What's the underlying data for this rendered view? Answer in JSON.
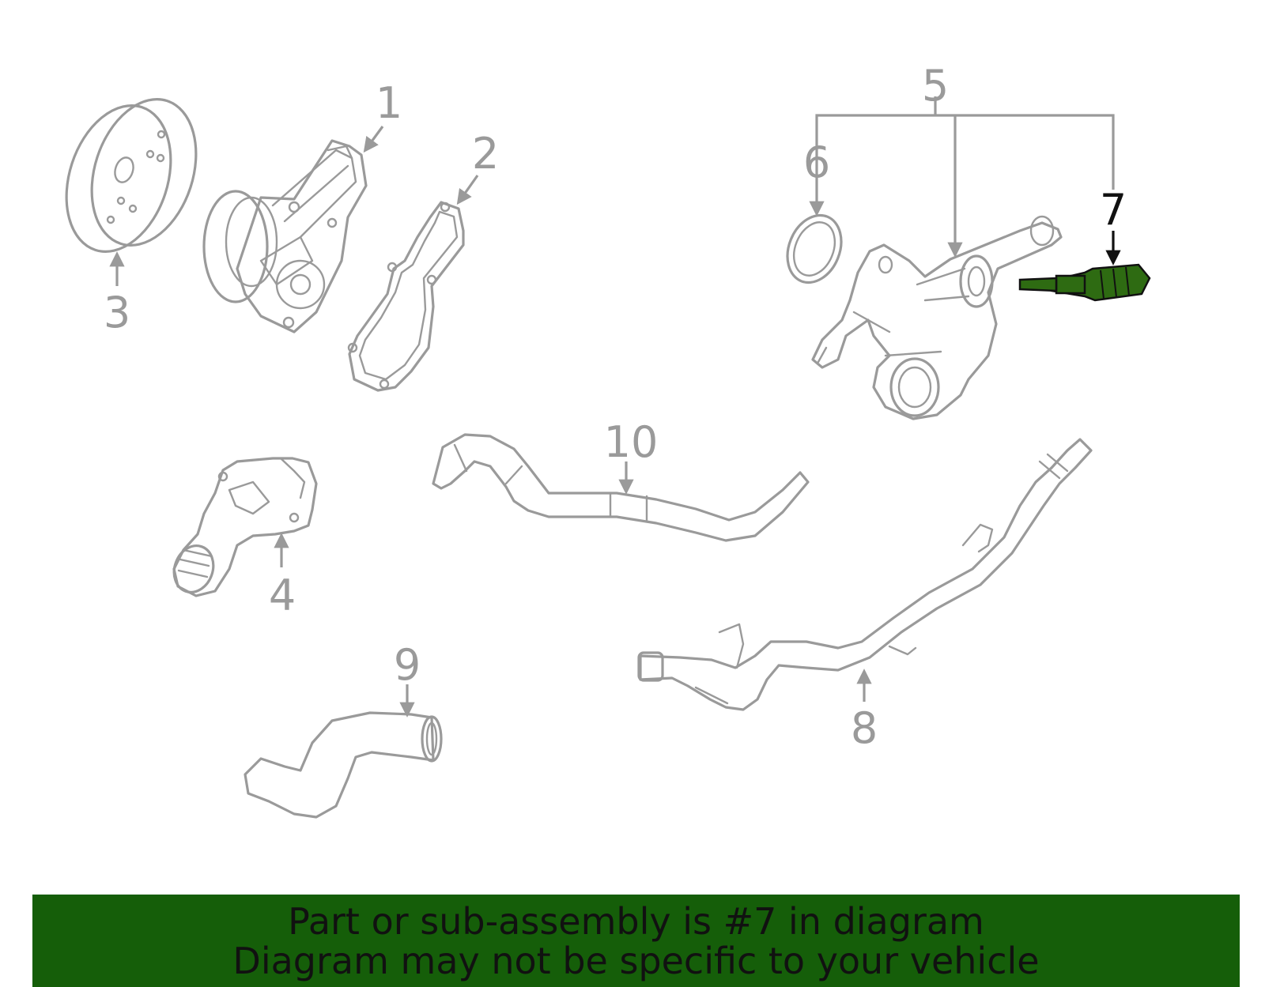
{
  "callouts": {
    "c1": "1",
    "c2": "2",
    "c3": "3",
    "c4": "4",
    "c5": "5",
    "c6": "6",
    "c7": "7",
    "c8": "8",
    "c9": "9",
    "c10": "10"
  },
  "highlight": {
    "part_number": "7",
    "color": "#2e6b12",
    "line_color": "#111111"
  },
  "colors": {
    "line_art": "#9a9a9a",
    "banner_bg": "#155e09",
    "banner_text": "#111111"
  },
  "banner": {
    "line1": "Part or sub-assembly is #7 in diagram",
    "line2": "Diagram may not be specific to your vehicle"
  }
}
